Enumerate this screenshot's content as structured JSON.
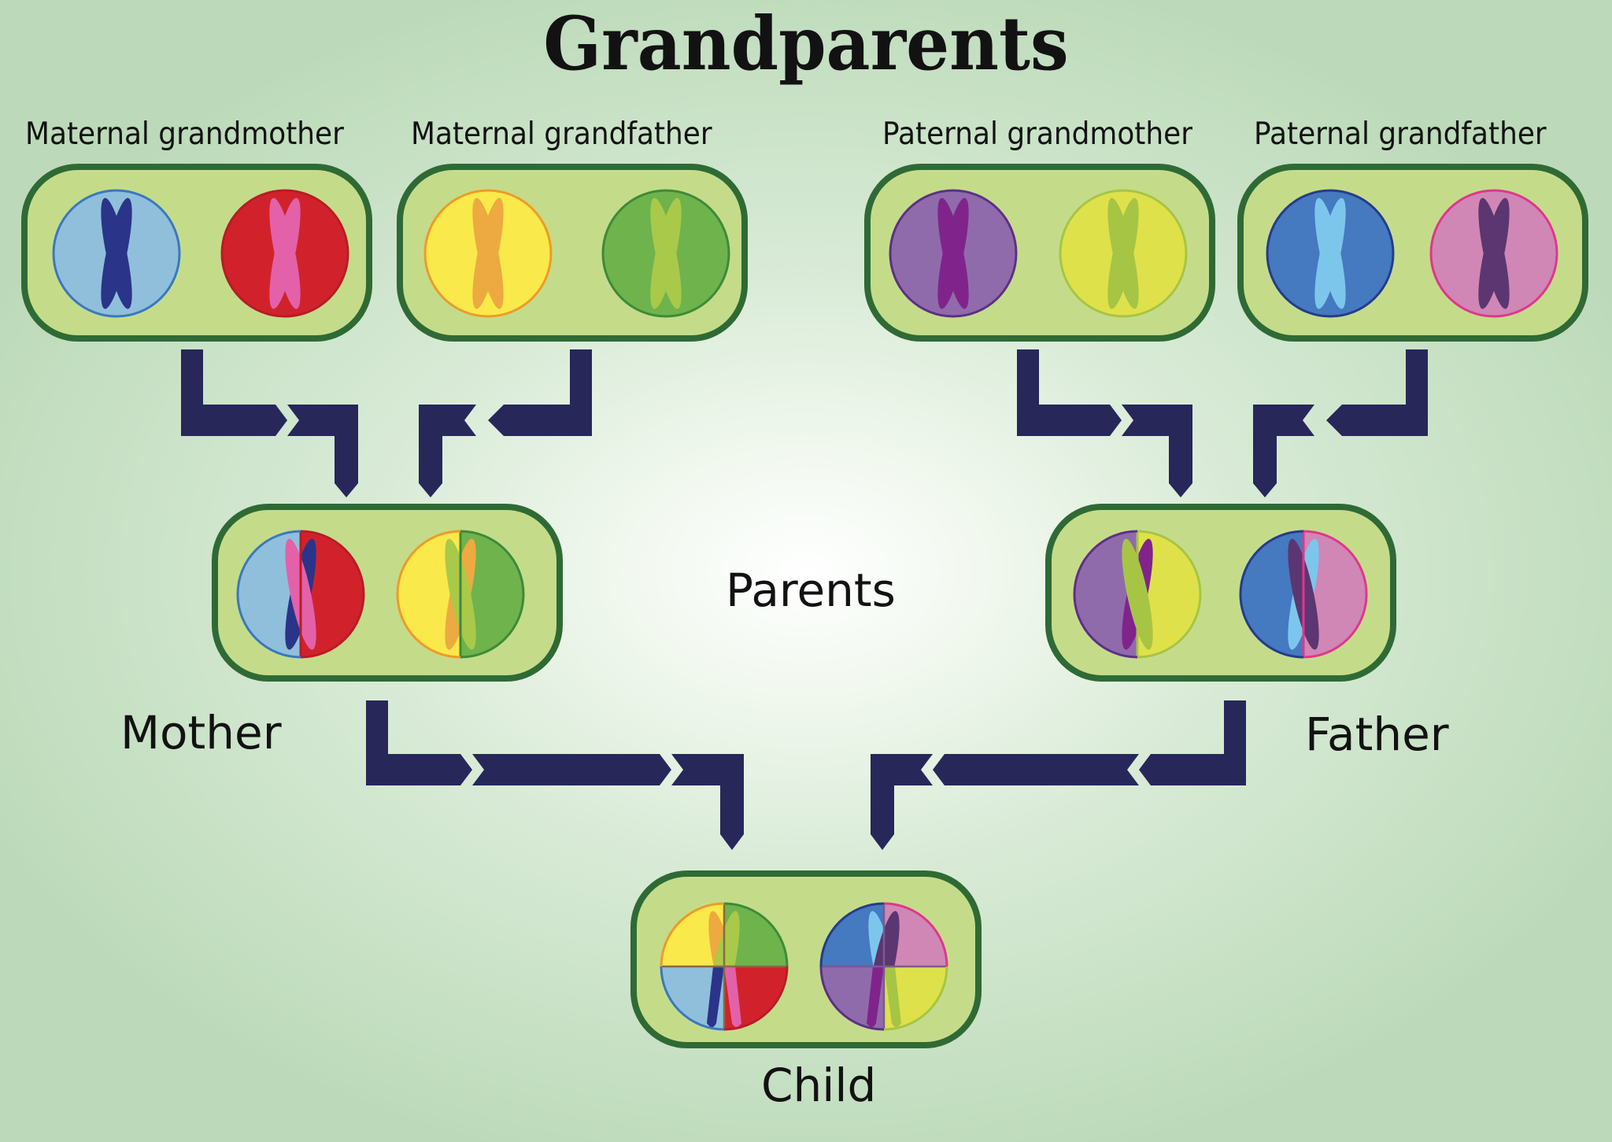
{
  "title": "Grandparents",
  "labels": {
    "maternal_grandmother": "Maternal grandmother",
    "maternal_grandfather": "Maternal grandfather",
    "paternal_grandmother": "Paternal grandmother",
    "paternal_grandfather": "Paternal grandfather",
    "parents": "Parents",
    "mother": "Mother",
    "father": "Father",
    "child": "Child"
  },
  "colors": {
    "background_edge": "#bcdab9",
    "capsule_fill": "#c4dc8a",
    "capsule_stroke": "#2f6a35",
    "arrow": "#27275a",
    "maternal_grandmother_chromosome_1": {
      "bg": "#90bfdb",
      "ring": "#3a78c0",
      "x": "#2a3488"
    },
    "maternal_grandmother_chromosome_2": {
      "bg": "#d1222c",
      "ring": "#b81c26",
      "x": "#e361a8"
    },
    "maternal_grandfather_chromosome_1": {
      "bg": "#f9e94b",
      "ring": "#ee9b26",
      "x": "#edaa41"
    },
    "maternal_grandfather_chromosome_2": {
      "bg": "#6fb34d",
      "ring": "#3f8a36",
      "x": "#a9c94a"
    },
    "paternal_grandmother_chromosome_1": {
      "bg": "#906bab",
      "ring": "#5e2f88",
      "x": "#80248c"
    },
    "paternal_grandmother_chromosome_2": {
      "bg": "#dfe14a",
      "ring": "#a6c545",
      "x": "#a6c545"
    },
    "paternal_grandfather_chromosome_1": {
      "bg": "#4579c0",
      "ring": "#253c8c",
      "x": "#7cc6ec"
    },
    "paternal_grandfather_chromosome_2": {
      "bg": "#d087b5",
      "ring": "#e0368e",
      "x": "#5c3670"
    }
  },
  "icons": [
    "chromosome-icon",
    "connector-arrow"
  ]
}
